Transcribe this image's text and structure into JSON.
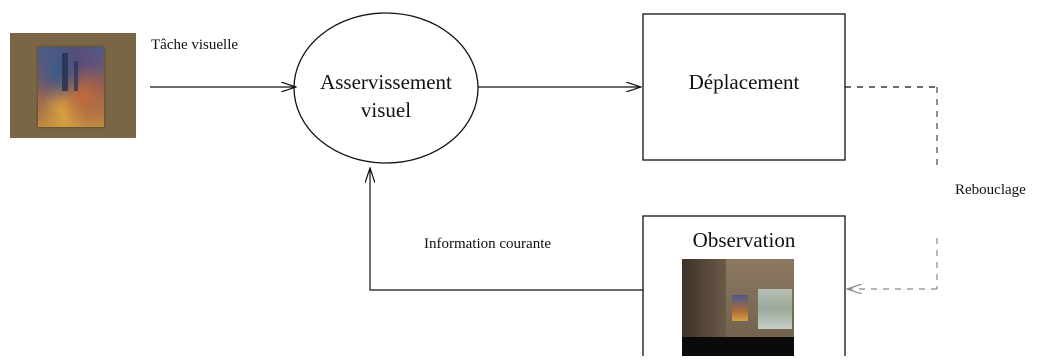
{
  "diagram": {
    "task_label": "Tâche visuelle",
    "servo_label_line1": "Asservissement",
    "servo_label_line2": "visuel",
    "motion_label": "Déplacement",
    "observation_label": "Observation",
    "feedback_label": "Rebouclage",
    "current_info_label": "Information courante"
  },
  "images": {
    "input_painting": "painting-thumbnail",
    "observation_view": "room-render"
  },
  "colors": {
    "stroke": "#111111",
    "feedback_stroke": "#888888"
  }
}
